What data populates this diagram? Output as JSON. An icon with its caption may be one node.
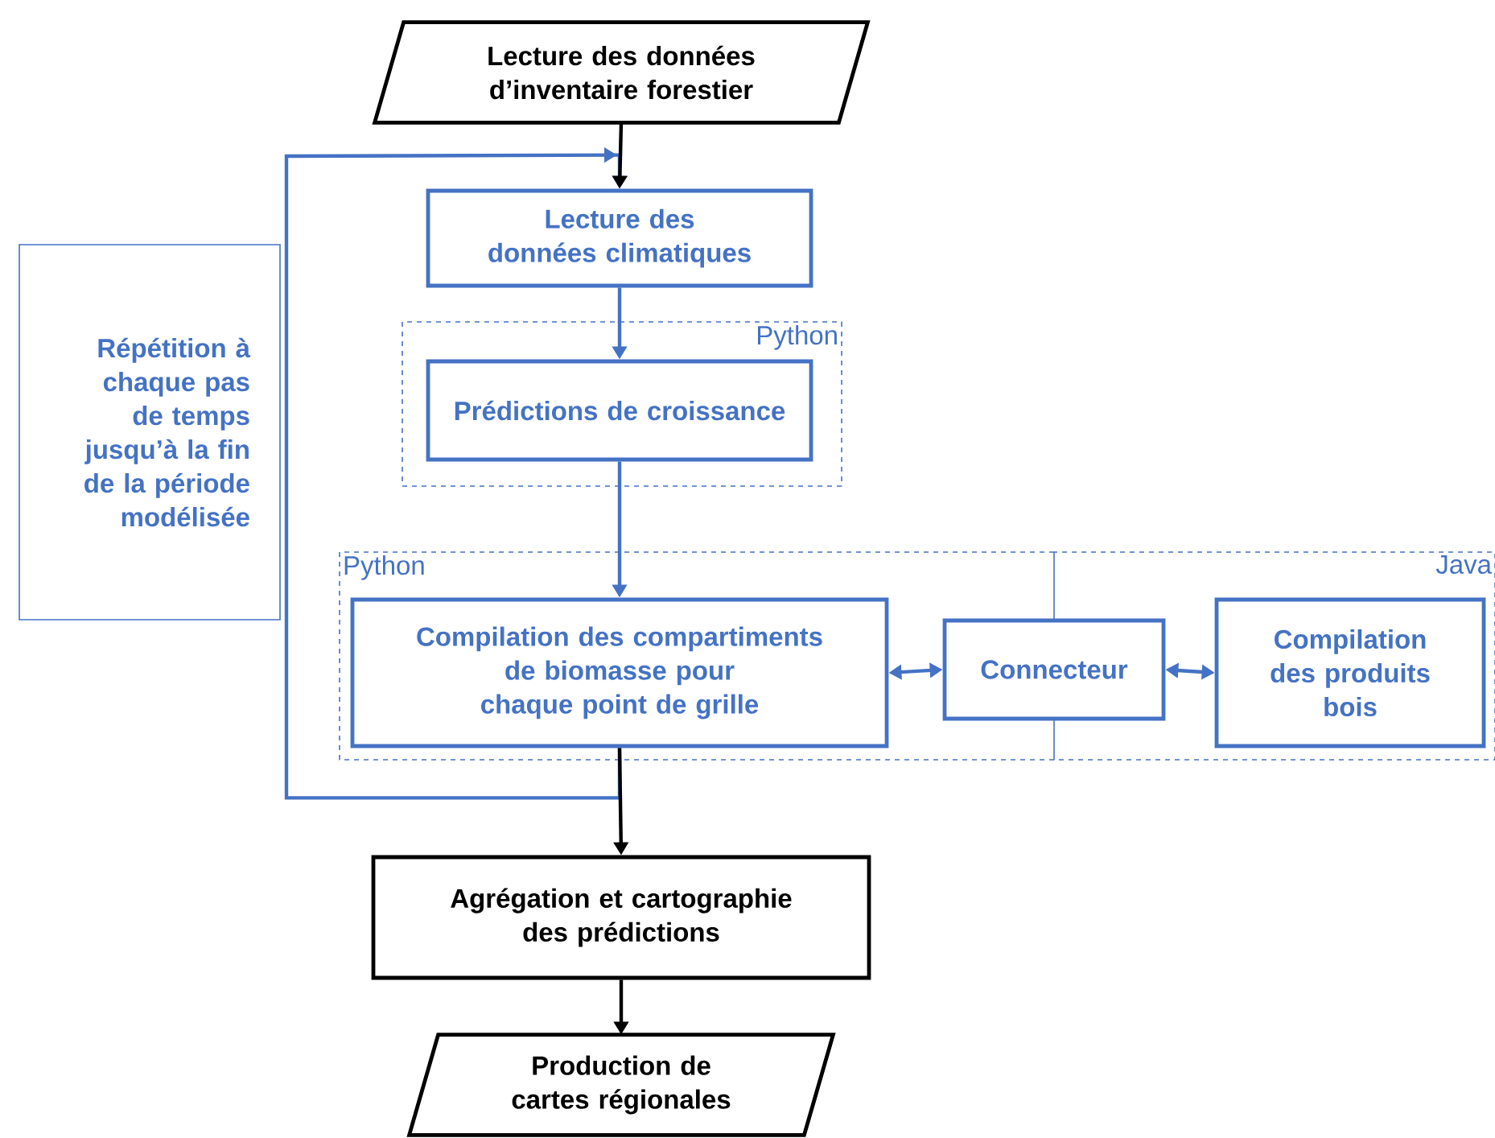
{
  "diagram": {
    "nodes": [
      {
        "text": [
          "Lecture des données d’inventaire forestier"
        ]
      },
      {
        "text": [
          "Lecture des données climatiques"
        ]
      },
      {
        "text": [
          "Python"
        ]
      },
      {
        "text": [
          "Prédictions de croissance"
        ],
        "in": 2
      },
      {
        "text": [
          "Python"
        ]
      },
      {
        "text": [
          "Compilation des compartiments de biomasse pour chaque point de grille"
        ],
        "in": 4
      },
      {
        "text": [
          "Connecteur"
        ]
      },
      {
        "text": [
          "Java"
        ]
      },
      {
        "text": [
          "Compilation des produits bois"
        ],
        "in": 7
      },
      {
        "text": [
          "Agrégation et cartographie des prédictions"
        ]
      },
      {
        "text": [
          "Production de cartes régionales"
        ]
      },
      {
        "text": [
          "Répétition à chaque pas de temps jusqu’à la fin de la période modélisée"
        ]
      }
    ],
    "edges": [
      {
        "from": 0,
        "to": 1,
        "arrow": "to",
        "color": "#000000"
      },
      {
        "from": 1,
        "to": 3,
        "arrow": "to"
      },
      {
        "from": 3,
        "to": 5,
        "arrow": "to"
      },
      {
        "from": 5,
        "to": 6,
        "arrow": "both"
      },
      {
        "from": 6,
        "to": 8,
        "arrow": "both"
      },
      {
        "from": 5,
        "to": 1,
        "arrow": "to"
      },
      {
        "from": 5,
        "to": 9,
        "arrow": "to",
        "color": "#000000"
      },
      {
        "from": 9,
        "to": 10,
        "arrow": "to",
        "color": "#000000"
      }
    ]
  }
}
